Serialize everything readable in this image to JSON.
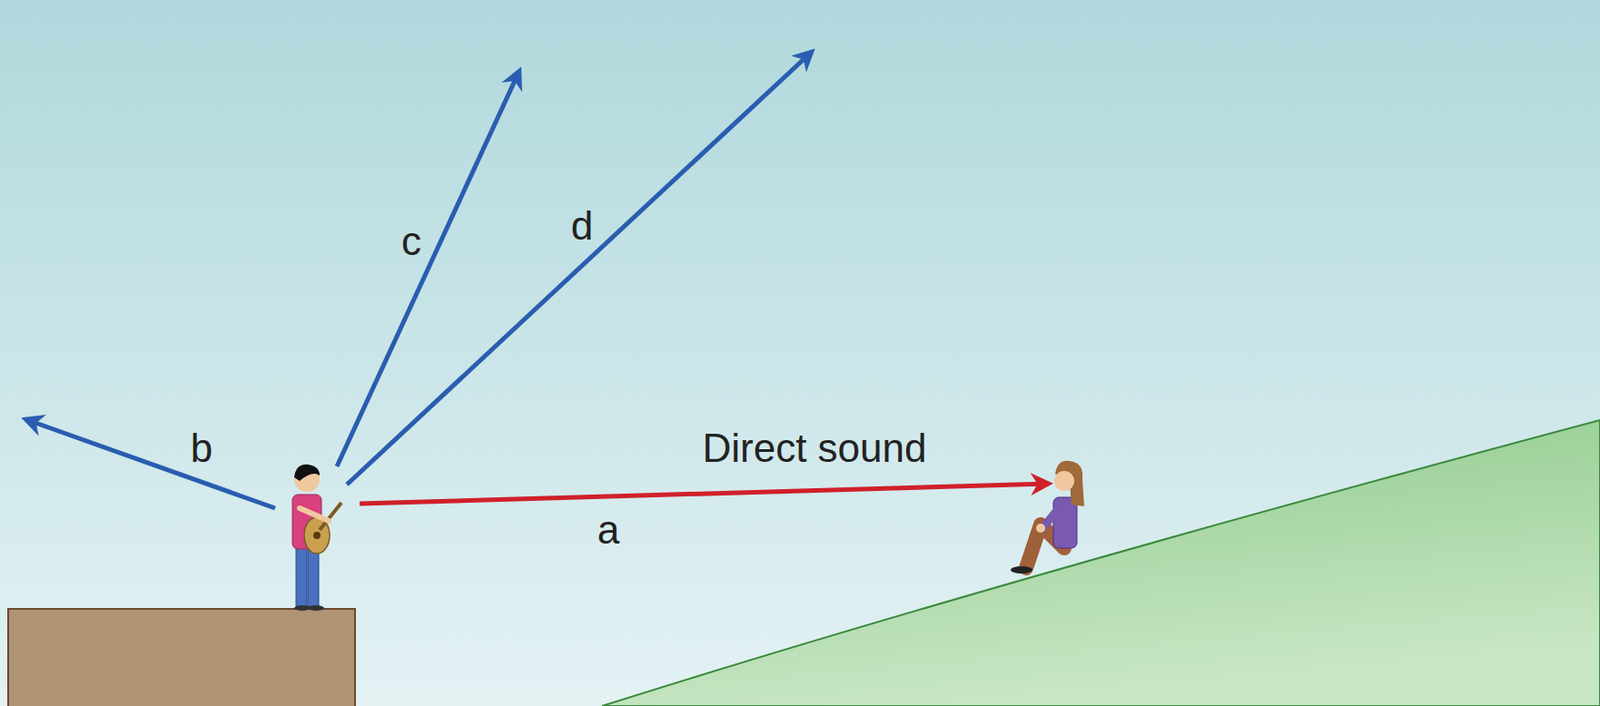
{
  "diagram": {
    "labels": [
      "b",
      "c",
      "d",
      "Direct sound",
      "a"
    ]
  }
}
